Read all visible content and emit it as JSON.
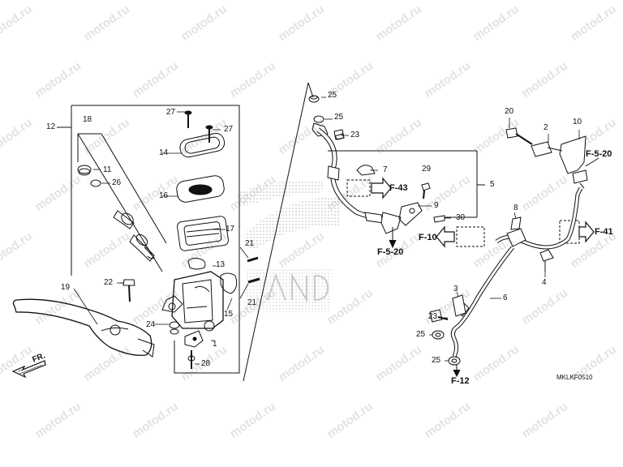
{
  "watermark": "motod.ru",
  "diagram_code": "MKLKF0510",
  "direction_label": "FR.",
  "part_numbers": {
    "p1": "1",
    "p2": "2",
    "p3": "3",
    "p4": "4",
    "p5": "5",
    "p6": "6",
    "p7": "7",
    "p8": "8",
    "p9": "9",
    "p10": "10",
    "p11": "11",
    "p12": "12",
    "p13": "13",
    "p14": "14",
    "p15": "15",
    "p16": "16",
    "p17": "17",
    "p18": "18",
    "p19": "19",
    "p20": "20",
    "p21": "21",
    "p22": "22",
    "p23": "23",
    "p24": "24",
    "p25": "25",
    "p26": "26",
    "p27": "27",
    "p28": "28",
    "p29": "29",
    "p30": "30"
  },
  "references": {
    "f5_20": "F-5-20",
    "f43": "F-43",
    "f10": "F-10",
    "f41": "F-41",
    "f12": "F-12"
  },
  "colors": {
    "line": "#111111",
    "watermark": "#e3e3e3",
    "dots": "#b5b5b5"
  }
}
